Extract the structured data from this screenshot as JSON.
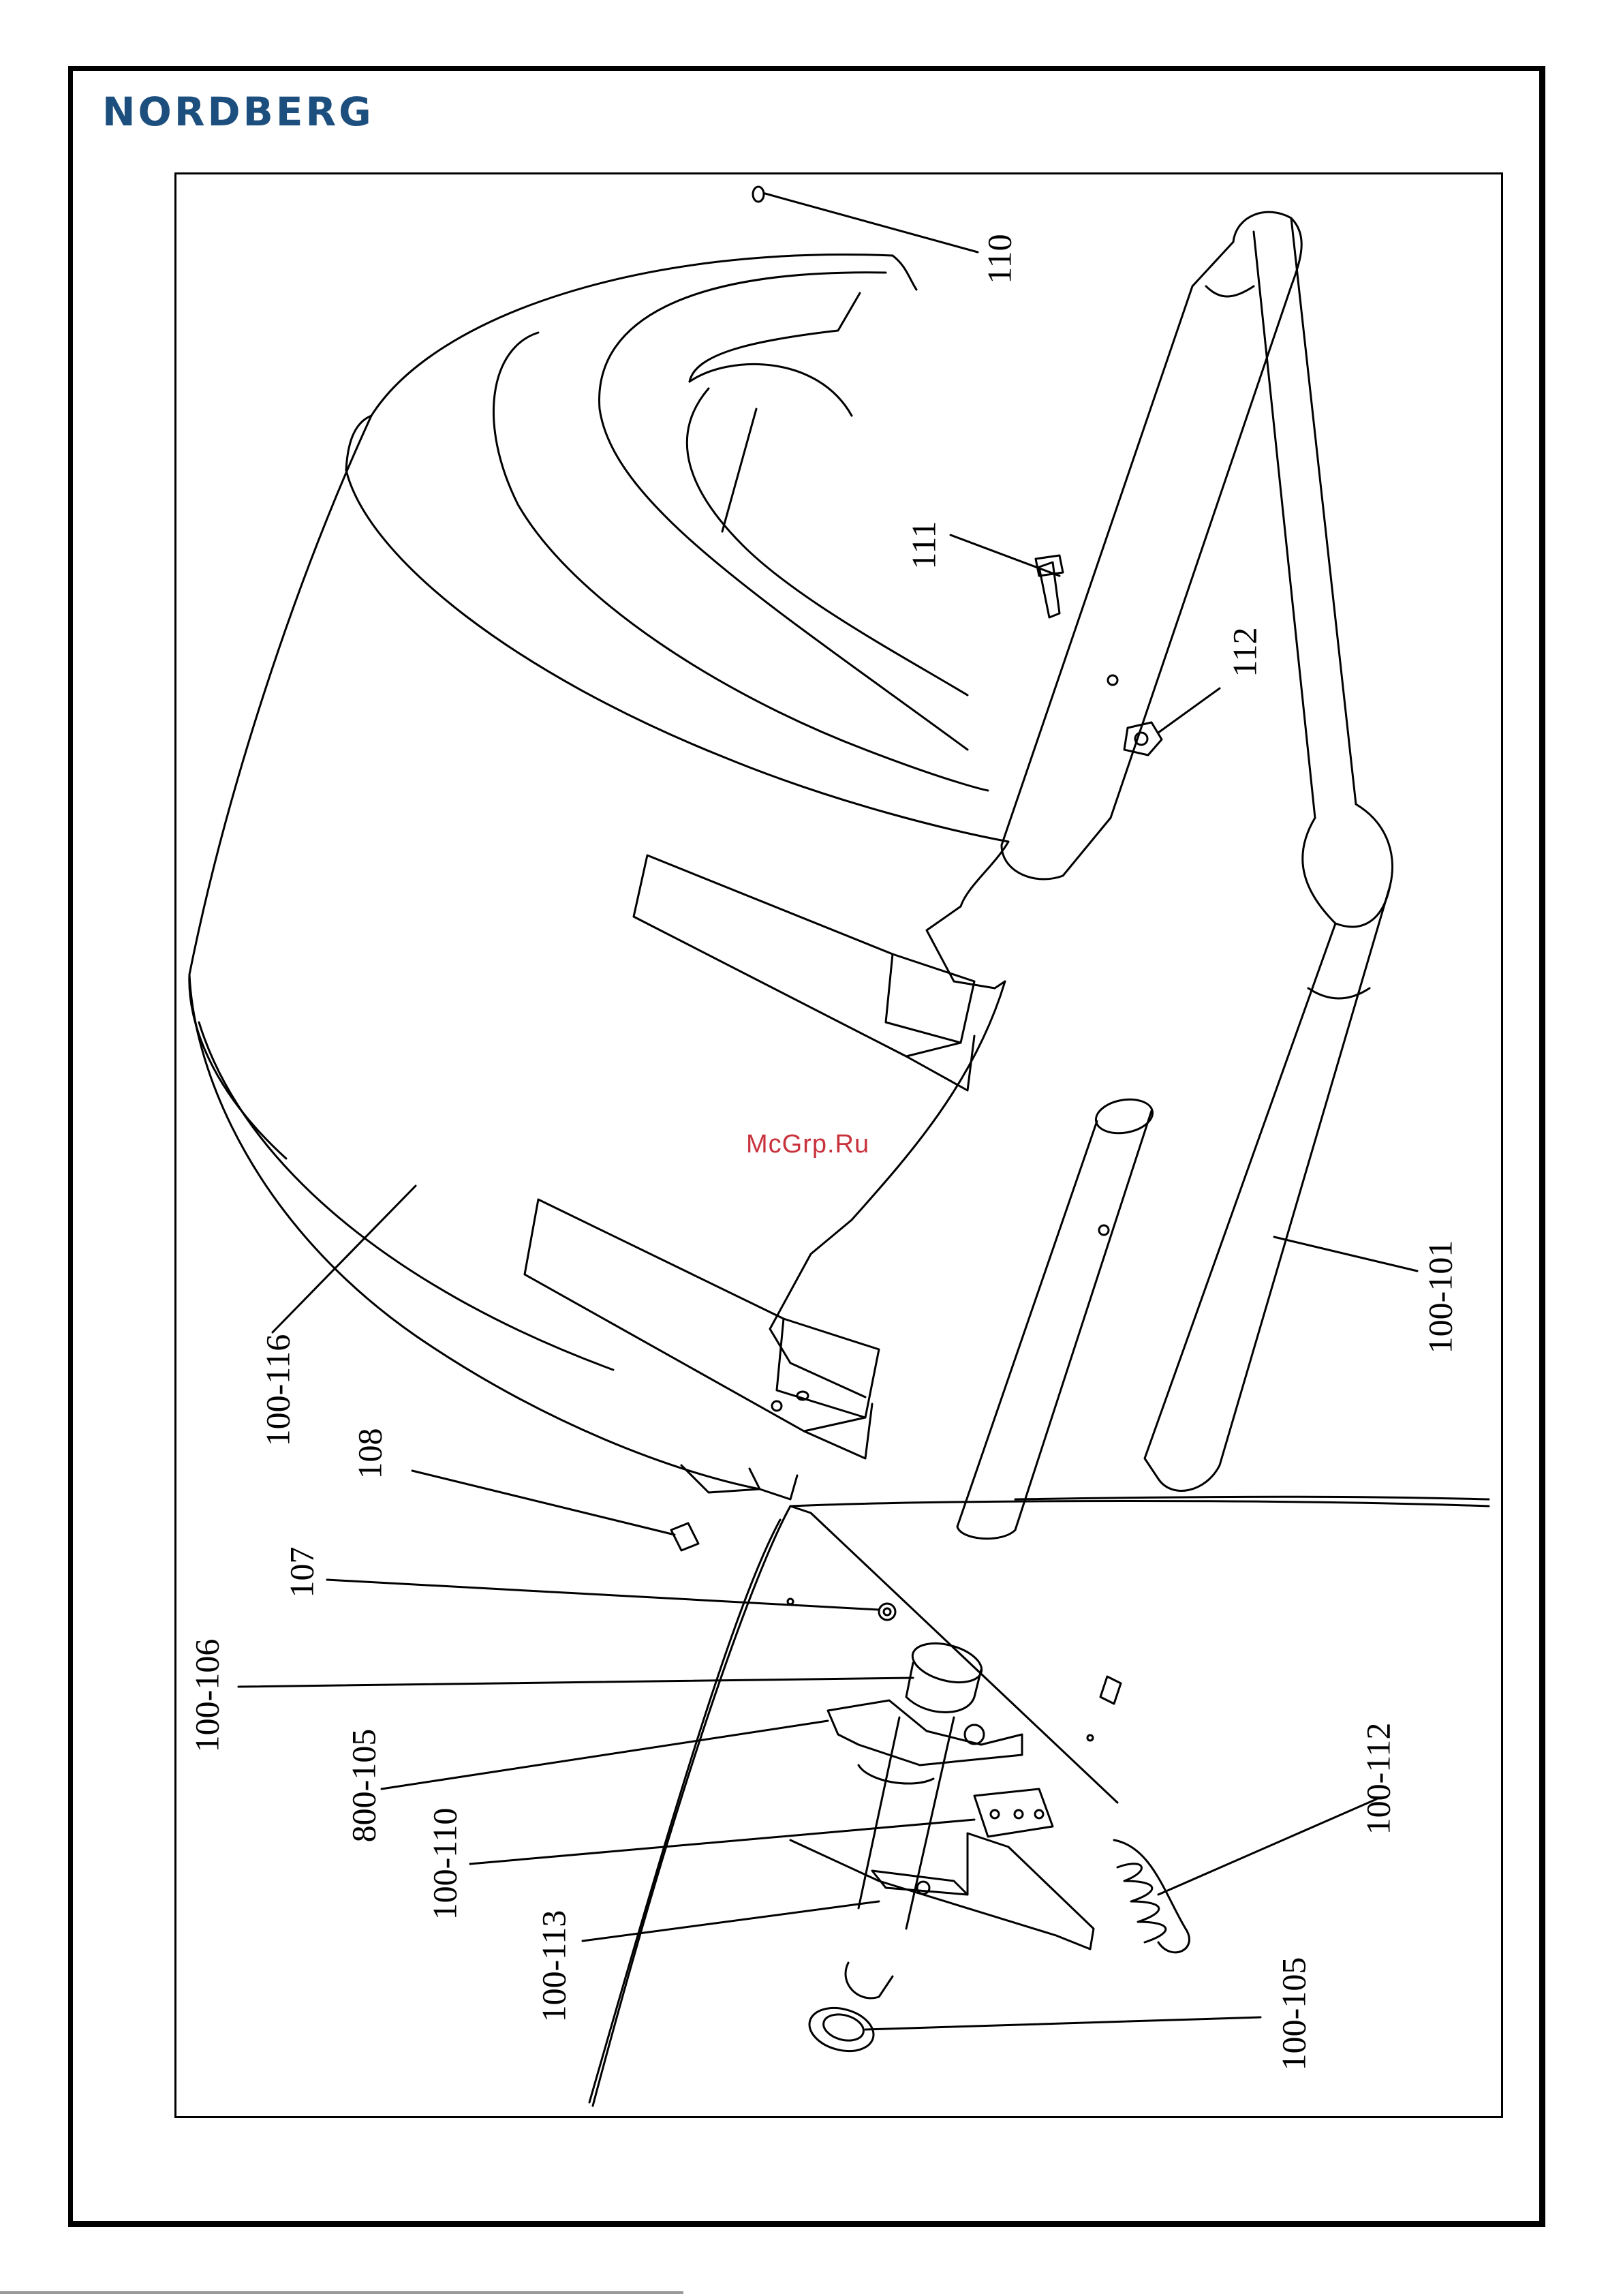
{
  "brand": {
    "logo_text": "NORDBERG",
    "logo_color": "#1d4f7e"
  },
  "watermark": {
    "text": "McGrp.Ru",
    "color": "#c8323c"
  },
  "parts": [
    {
      "id": "110",
      "label": "110"
    },
    {
      "id": "111",
      "label": "111"
    },
    {
      "id": "112",
      "label": "112"
    },
    {
      "id": "100-101",
      "label": "100-101"
    },
    {
      "id": "100-116",
      "label": "100-116"
    },
    {
      "id": "108",
      "label": "108"
    },
    {
      "id": "107",
      "label": "107"
    },
    {
      "id": "100-106",
      "label": "100-106"
    },
    {
      "id": "800-105",
      "label": "800-105"
    },
    {
      "id": "100-110",
      "label": "100-110"
    },
    {
      "id": "100-113",
      "label": "100-113"
    },
    {
      "id": "100-112",
      "label": "100-112"
    },
    {
      "id": "100-105",
      "label": "100-105"
    }
  ]
}
